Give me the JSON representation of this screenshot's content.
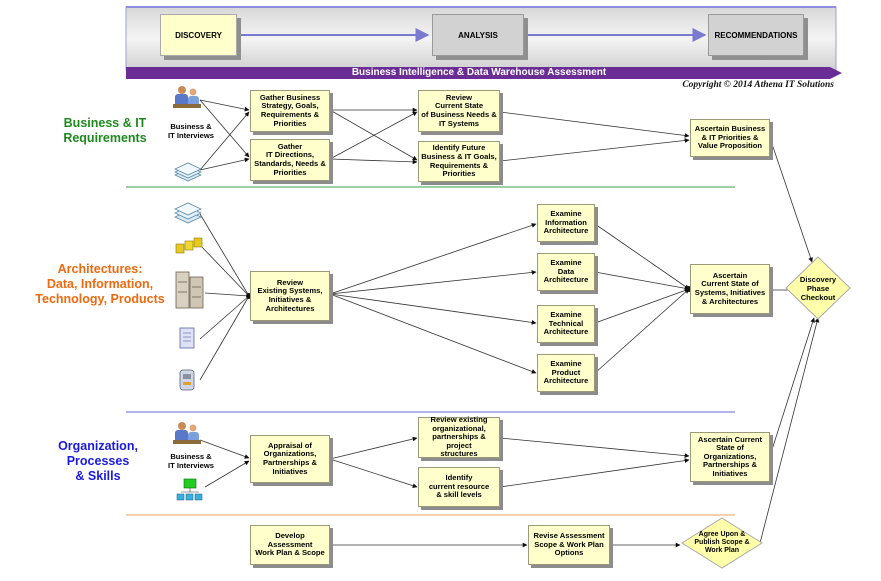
{
  "header": {
    "phases": [
      "DISCOVERY",
      "ANALYSIS",
      "RECOMMENDATIONS"
    ],
    "banner": "Business Intelligence & Data Warehouse Assessment",
    "copyright": "Copyright © 2014 Athena IT Solutions"
  },
  "lanes": {
    "business": "Business & IT\nRequirements",
    "architectures": "Architectures:\nData, Information,\nTechnology, Products",
    "organization": "Organization,\nProcesses\n& Skills"
  },
  "labels": {
    "interviews_1": "Business &\nIT Interviews",
    "interviews_2": "Business &\nIT Interviews"
  },
  "boxes": {
    "gather_business": "Gather Business\nStrategy, Goals,\nRequirements &\nPriorities",
    "gather_it": "Gather\nIT Directions,\nStandards, Needs &\nPriorities",
    "review_current": "Review\nCurrent State\nof Business Needs &\nIT Systems",
    "identify_future": "Identify Future\nBusiness & IT Goals,\nRequirements &\nPriorities",
    "ascertain_business": "Ascertain Business\n& IT Priorities &\nValue Proposition",
    "review_existing": "Review\nExisting Systems,\nInitiatives &\nArchitectures",
    "examine_info": "Examine\nInformation\nArchitecture",
    "examine_data": "Examine\nData\nArchitecture",
    "examine_tech": "Examine\nTechnical\nArchitecture",
    "examine_product": "Examine\nProduct\nArchitecture",
    "ascertain_current": "Ascertain\nCurrent State of\nSystems, Initiatives\n& Architectures",
    "appraisal": "Appraisal of\nOrganizations,\nPartnerships &\nInitiatives",
    "review_org": "Review existing\norganizational,\npartnerships & project\nstructures",
    "identify_resource": "Identify\ncurrent resource\n& skill levels",
    "ascertain_org": "Ascertain Current\nState of\nOrganizations,\nPartnerships &\nInitiatives",
    "develop_plan": "Develop\nAssessment\nWork Plan & Scope",
    "revise_scope": "Revise Assessment\nScope & Work Plan\nOptions"
  },
  "diamonds": {
    "checkout": "Discovery\nPhase\nCheckout",
    "agree": "Agree Upon &\nPublish Scope &\nWork Plan"
  },
  "colors": {
    "business_lane": "#1e8a1e",
    "architectures_lane": "#ee6a10",
    "organization_lane": "#1a1ae0",
    "banner": "#6a2d96",
    "box_fill": "#ffffcc"
  },
  "icons": [
    "people-icon",
    "document-stack-icon",
    "cube-stack-icon",
    "server-icon",
    "document-icon",
    "database-icon",
    "org-chart-icon"
  ]
}
